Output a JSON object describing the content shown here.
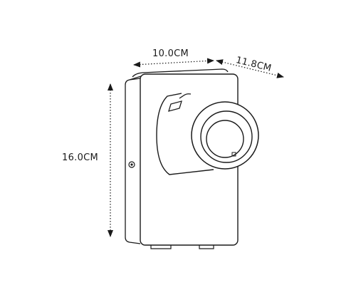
{
  "dimensions": {
    "width": "10.0CM",
    "depth": "11.8CM",
    "height": "16.0CM"
  },
  "colors": {
    "line": "#1a1a1a",
    "background": "#ffffff"
  }
}
